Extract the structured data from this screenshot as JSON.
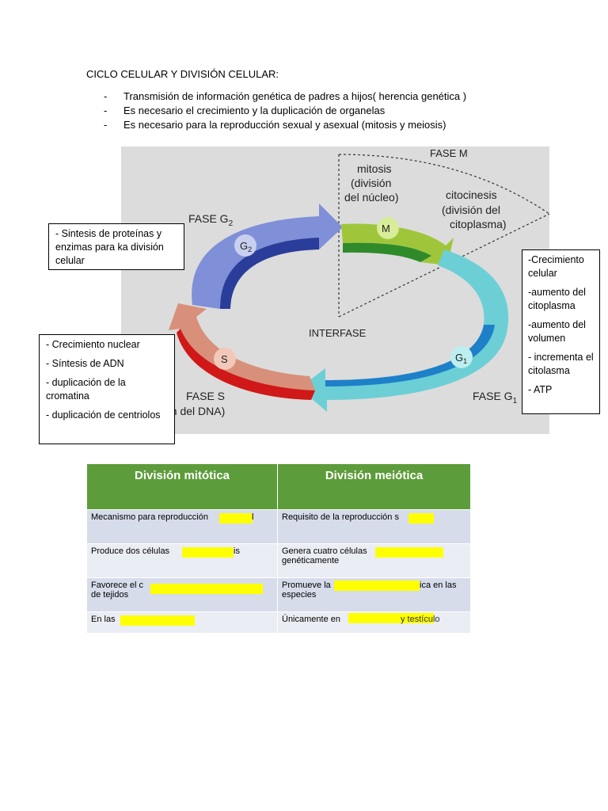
{
  "heading": "CICLO CELULAR Y DIVISIÓN CELULAR:",
  "bullets": [
    "Transmisión de información genética de padres a hijos( herencia genética )",
    "Es necesario el crecimiento y la duplicación de organelas",
    "Es necesario para la reproducción sexual y asexual (mitosis y meiosis)"
  ],
  "bullet_marker": "-",
  "diagram": {
    "fase_m": "FASE M",
    "mitosis": [
      "mitosis",
      "(división",
      "del núcleo)"
    ],
    "citocinesis": [
      "citocinesis",
      "(división del",
      "citoplasma)"
    ],
    "fase_g2": "FASE G",
    "g2_sub": "2",
    "g2_badge": "G",
    "m_badge": "M",
    "interfase": "INTERFASE",
    "s_badge": "S",
    "g1_badge": "G",
    "g1_sub": "1",
    "fase_s": "FASE S",
    "fase_s_sub": "ón del DNA)",
    "fase_g1": "FASE G",
    "colors": {
      "g2": "#7f90d8",
      "m": "#9fc63a",
      "g1": "#6ccfd6",
      "s": "#d8907a",
      "s_dark": "#d01818"
    }
  },
  "notes": {
    "g2": [
      "- Sintesis de proteínas y enzimas para ka división celular"
    ],
    "s": [
      "- Crecimiento nuclear",
      "- Síntesis de ADN",
      "- duplicación de la cromatina",
      "- duplicación de centriolos"
    ],
    "g1": [
      "-Crecimiento celular",
      "-aumento del citoplasma",
      "-aumento del volumen",
      "- incrementa el citolasma",
      "- ATP"
    ]
  },
  "table": {
    "headers": [
      "División mitótica",
      "División meiótica"
    ],
    "rows": [
      [
        "Mecanismo para reproducción",
        "Requisito de la reproducción s"
      ],
      [
        "Produce dos células",
        "Genera cuatro células"
      ],
      [
        "Favorece el c",
        "Promueve la"
      ],
      [
        "En las",
        "Únicamente en"
      ]
    ],
    "tails": [
      [
        "l",
        ""
      ],
      [
        "is",
        "genéticamente"
      ],
      [
        "de tejidos",
        "ica en las"
      ],
      [
        "",
        "y testículo"
      ]
    ],
    "extra_line": [
      "",
      "especies"
    ]
  }
}
